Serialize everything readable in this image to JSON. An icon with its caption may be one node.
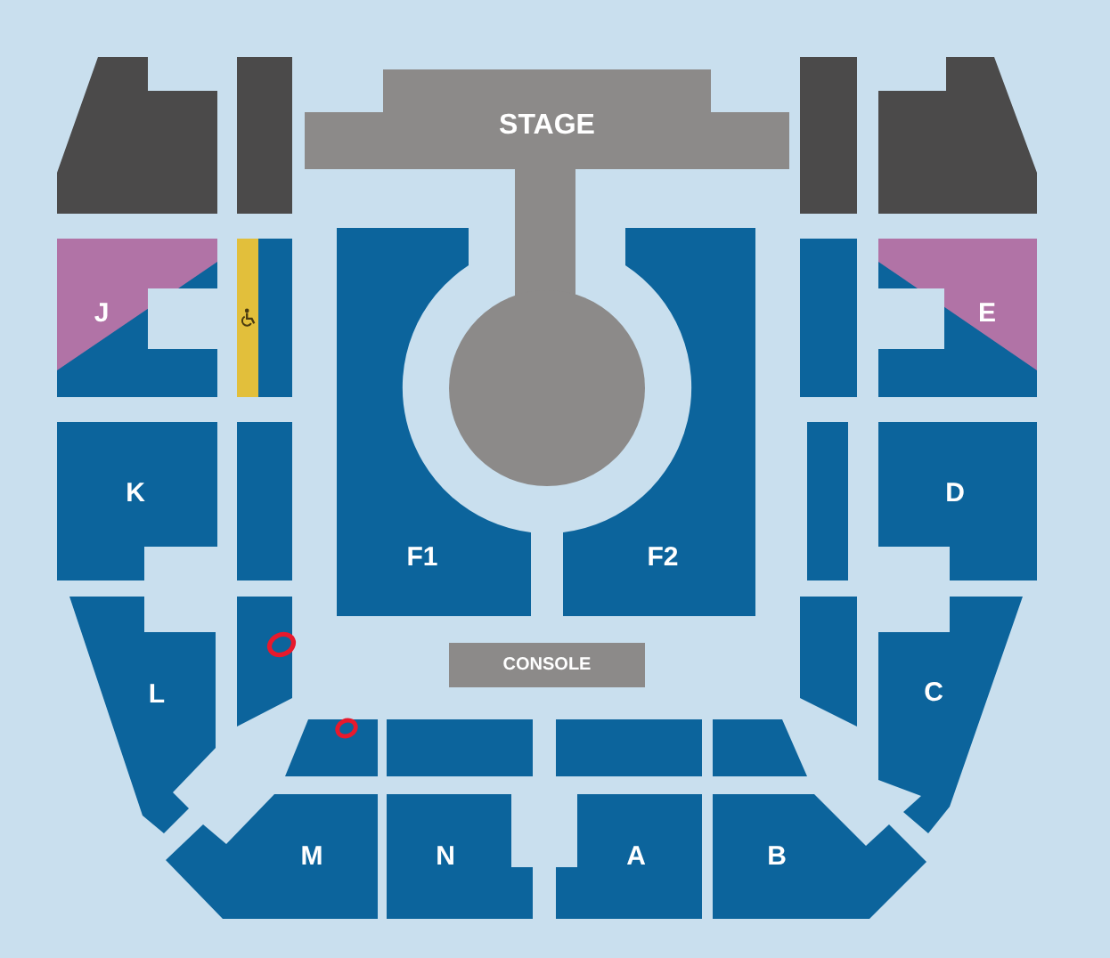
{
  "diagram": {
    "nodes": [
      {
        "text": [],
        "shape": "box"
      },
      {
        "text": [],
        "shape": "box"
      },
      {
        "text": [
          "STAGE"
        ]
      },
      {
        "text": [],
        "shape": "box"
      },
      {
        "text": [],
        "shape": "box"
      },
      {
        "text": [
          "J"
        ]
      },
      {
        "text": [],
        "shape": "bar"
      },
      {
        "text": [],
        "shape": "box"
      },
      {
        "text": [
          "F1"
        ]
      },
      {
        "text": [],
        "shape": "circle"
      },
      {
        "text": [
          "F2"
        ]
      },
      {
        "text": [],
        "shape": "box"
      },
      {
        "text": [
          "E"
        ]
      },
      {
        "text": [
          "K"
        ]
      },
      {
        "text": [],
        "shape": "box"
      },
      {
        "text": [],
        "shape": "box"
      },
      {
        "text": [
          "D"
        ]
      },
      {
        "text": [
          "L"
        ]
      },
      {
        "text": [],
        "shape": "box"
      },
      {
        "text": [
          "CONSOLE"
        ]
      },
      {
        "text": [],
        "shape": "box"
      },
      {
        "text": [
          "C"
        ]
      },
      {
        "text": [],
        "shape": "box"
      },
      {
        "text": [],
        "shape": "box"
      },
      {
        "text": [],
        "shape": "box"
      },
      {
        "text": [],
        "shape": "box"
      },
      {
        "text": [
          "M"
        ]
      },
      {
        "text": [
          "N"
        ]
      },
      {
        "text": [
          "A"
        ]
      },
      {
        "text": [
          "B"
        ]
      }
    ]
  }
}
